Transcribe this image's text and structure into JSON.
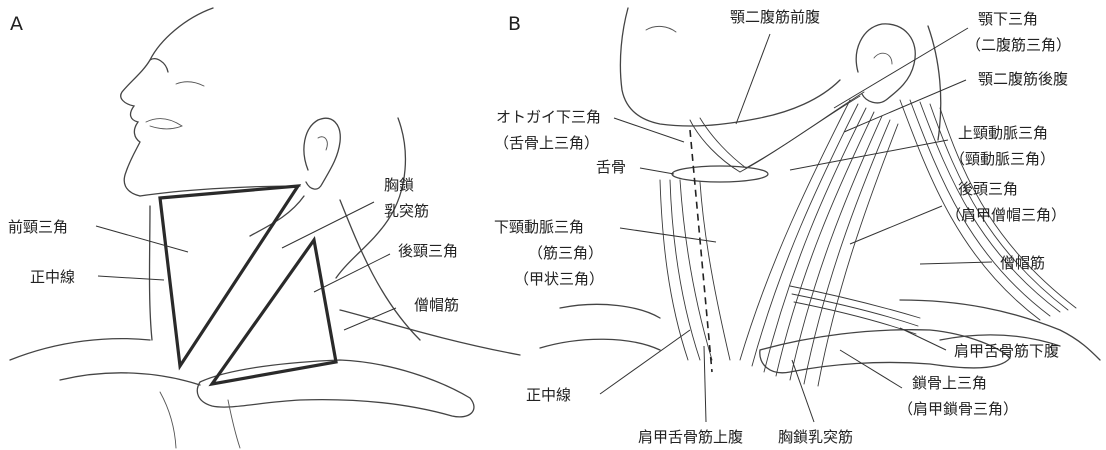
{
  "panel_a": {
    "letter": "A",
    "labels": {
      "anterior_triangle": "前頸三角",
      "midline": "正中線",
      "scm_line1": "胸鎖",
      "scm_line2": "乳突筋",
      "posterior_triangle": "後頸三角",
      "trapezius": "僧帽筋"
    }
  },
  "panel_b": {
    "letter": "B",
    "labels": {
      "anterior_digastric": "顎二腹筋前腹",
      "submandibular_line1": "顎下三角",
      "submandibular_line2": "（二腹筋三角）",
      "posterior_digastric": "顎二腹筋後腹",
      "submental_line1": "オトガイ下三角",
      "submental_line2": "（舌骨上三角）",
      "hyoid": "舌骨",
      "carotid_line1": "上頸動脈三角",
      "carotid_line2": "（頸動脈三角）",
      "muscular_line1": "下頸動脈三角",
      "muscular_line2": "（筋三角）",
      "muscular_line3": "（甲状三角）",
      "occipital_line1": "後頭三角",
      "occipital_line2": "（肩甲僧帽三角）",
      "trapezius": "僧帽筋",
      "omohyoid_inferior": "肩甲舌骨筋下腹",
      "supraclavicular_line1": "鎖骨上三角",
      "supraclavicular_line2": "（肩甲鎖骨三角）",
      "midline": "正中線",
      "omohyoid_superior": "肩甲舌骨筋上腹",
      "scm": "胸鎖乳突筋"
    }
  }
}
